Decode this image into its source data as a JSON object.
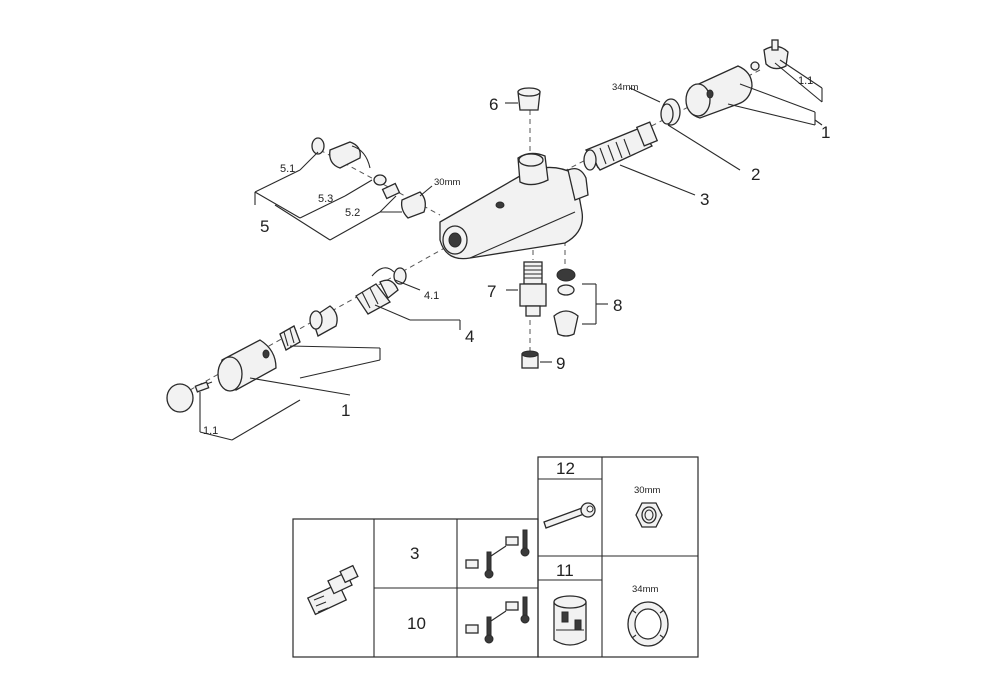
{
  "callouts": {
    "c1_top": "1",
    "c1_1_top": "1.1",
    "c2": "2",
    "c3": "3",
    "c34mm": "34mm",
    "c6": "6",
    "c5": "5",
    "c5_1": "5.1",
    "c5_2": "5.2",
    "c5_3": "5.3",
    "c30mm": "30mm",
    "c7": "7",
    "c8": "8",
    "c9": "9",
    "c4": "4",
    "c4_1": "4.1",
    "c1_bottom": "1",
    "c1_1_bottom": "1.1"
  },
  "table": {
    "row_a": "3",
    "row_b": "10",
    "tool_12": "12",
    "tool_11": "11",
    "nut_30": "30mm",
    "ring_34": "34mm"
  }
}
